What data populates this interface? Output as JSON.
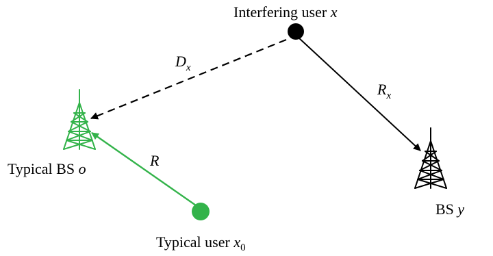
{
  "labels": {
    "interfering_user_text": "Interfering user ",
    "interfering_user_var": "x",
    "typical_bs_text": "Typical BS ",
    "typical_bs_var": "o",
    "bs_text": "BS ",
    "bs_var": "y",
    "typical_user_text": "Typical user ",
    "typical_user_var": "x",
    "typical_user_sub": "0",
    "dist_D": "D",
    "dist_D_sub": "x",
    "dist_R": "R",
    "dist_Rx": "R",
    "dist_Rx_sub": "x"
  },
  "colors": {
    "typical": "#33b34a",
    "interferer": "#000000"
  }
}
